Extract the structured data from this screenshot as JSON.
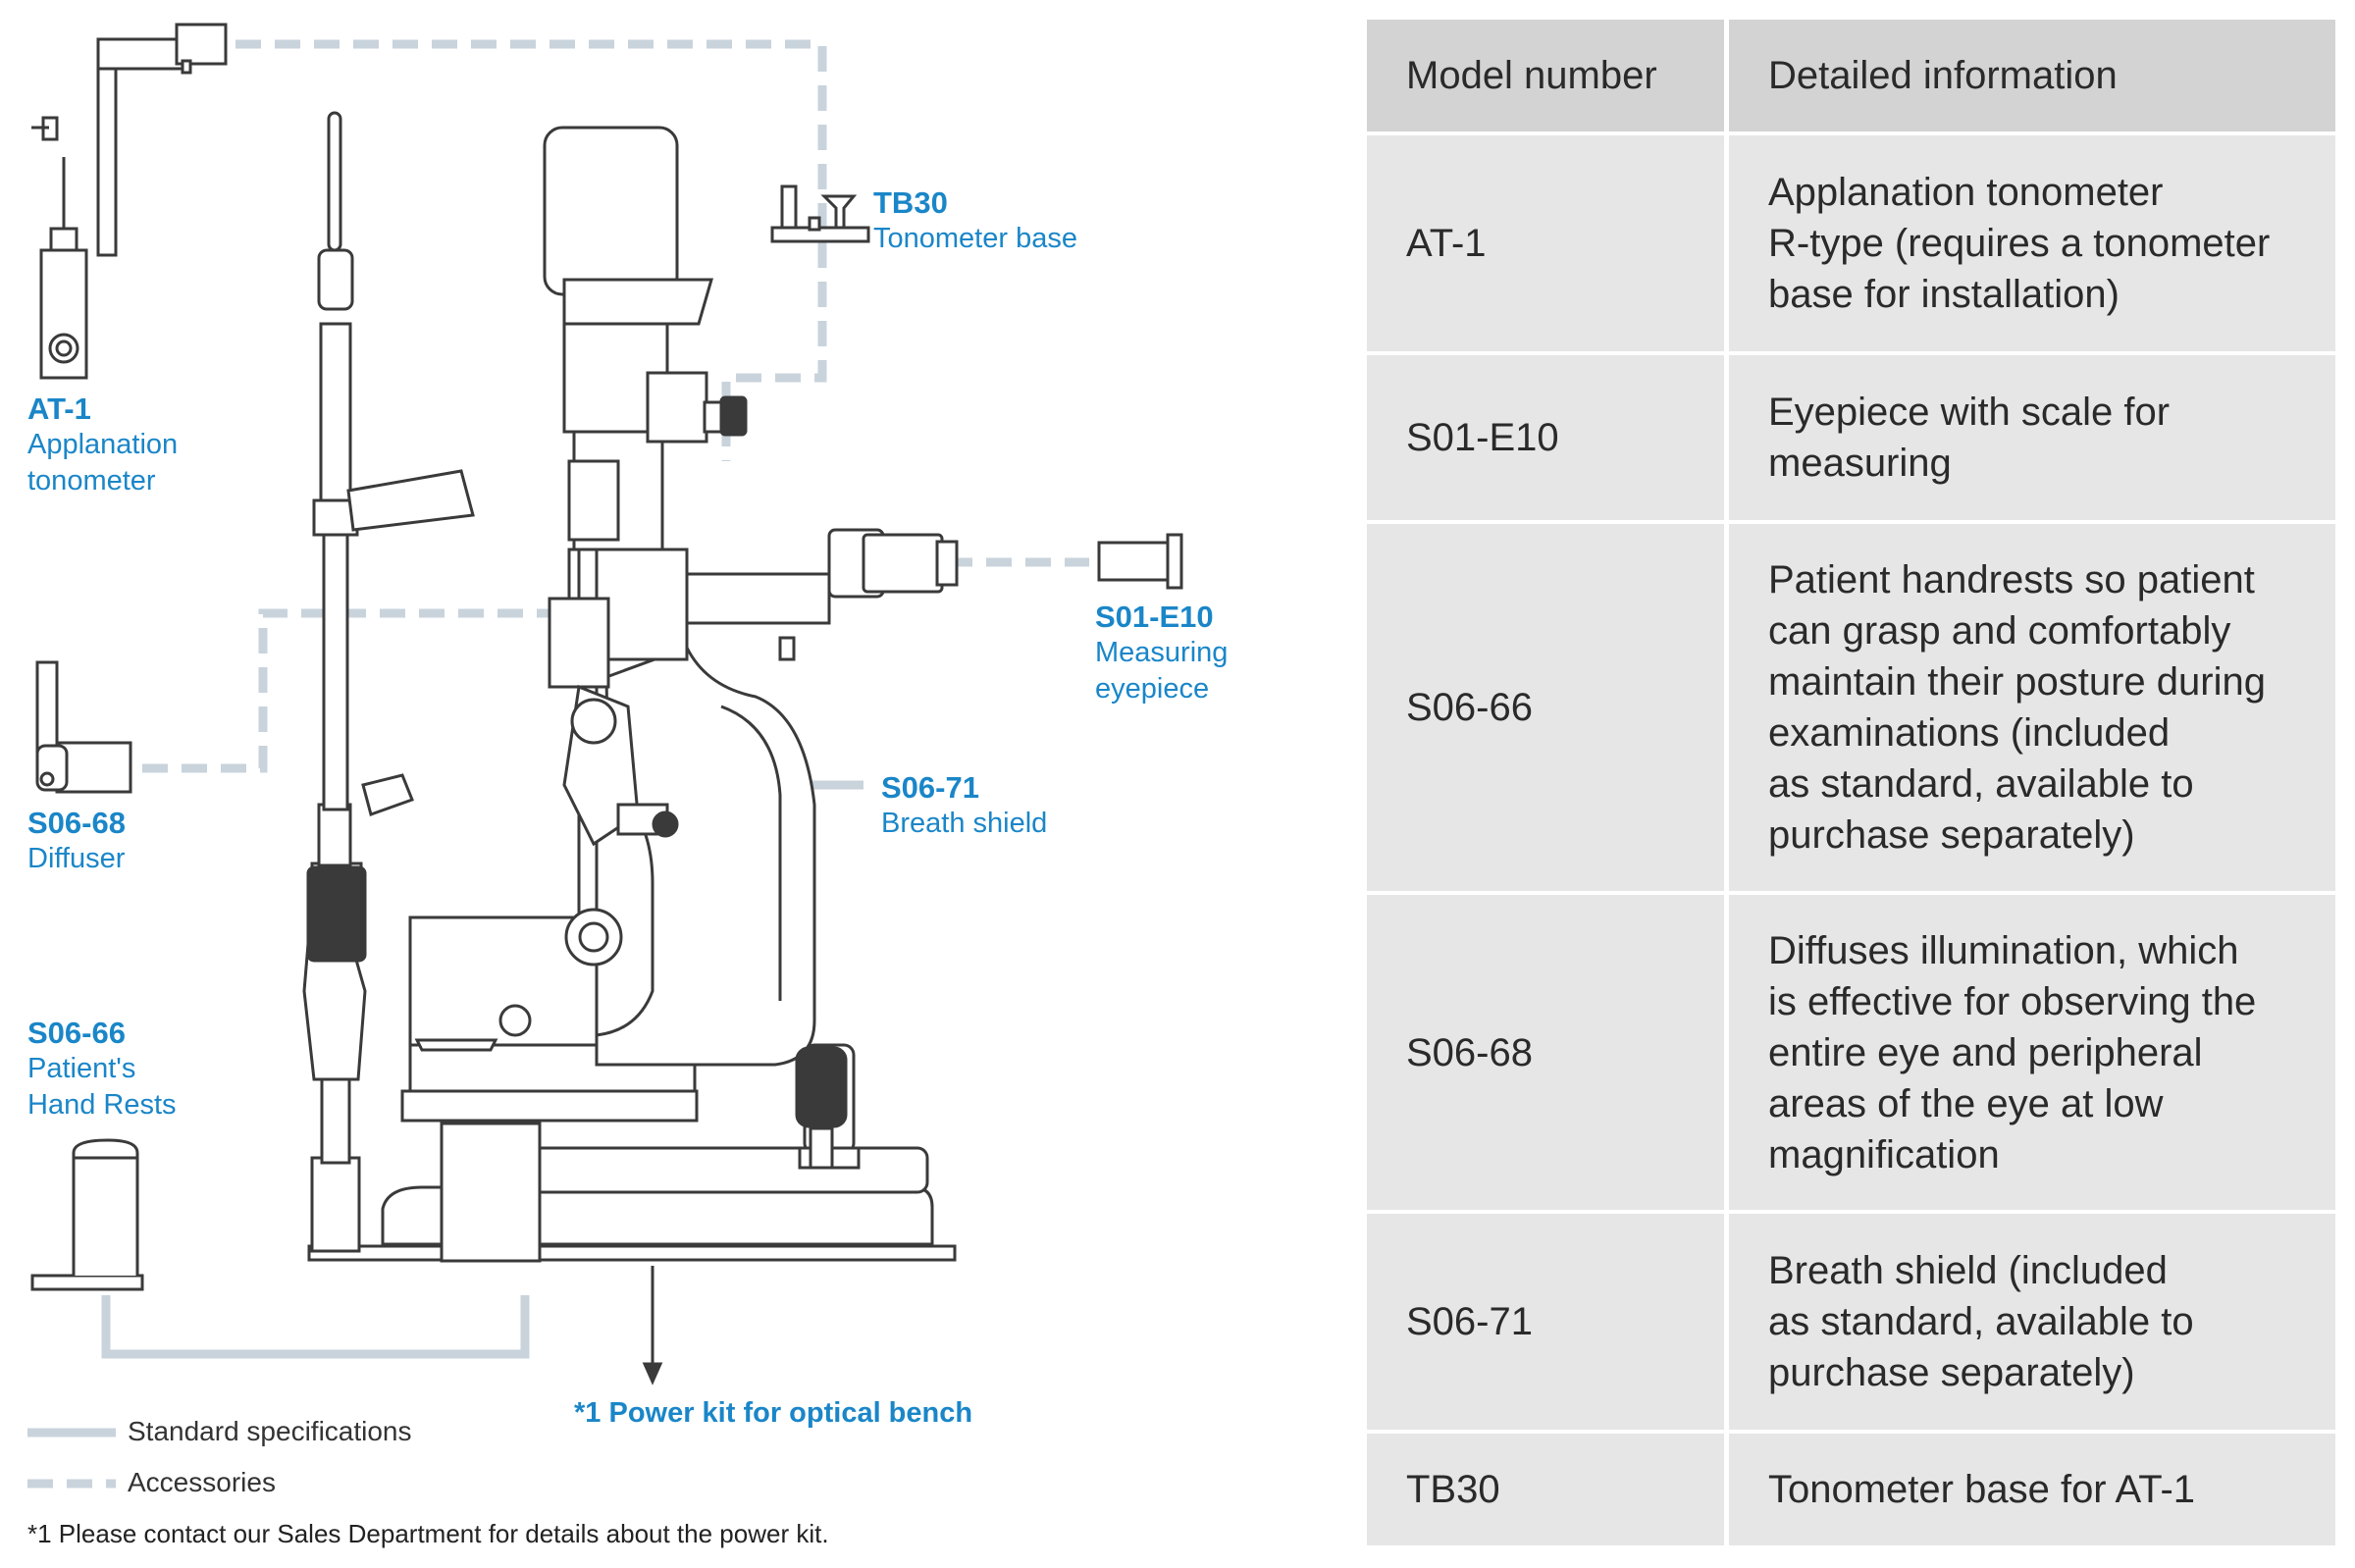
{
  "diagram": {
    "labels": {
      "at1": {
        "code": "AT-1",
        "desc": [
          "Applanation",
          "tonometer"
        ]
      },
      "tb30": {
        "code": "TB30",
        "desc": [
          "Tonometer base"
        ]
      },
      "s01e10": {
        "code": "S01-E10",
        "desc": [
          "Measuring",
          "eyepiece"
        ]
      },
      "s0668": {
        "code": "S06-68",
        "desc": [
          "Diffuser"
        ]
      },
      "s0671": {
        "code": "S06-71",
        "desc": [
          "Breath shield"
        ]
      },
      "s0666": {
        "code": "S06-66",
        "desc": [
          "Patient's",
          "Hand Rests"
        ]
      }
    },
    "power_kit": "*1 Power kit for optical bench",
    "legend": {
      "standard": "Standard specifications",
      "accessories": "Accessories"
    },
    "footnote": "*1 Please contact our Sales Department for details about the power kit.",
    "colors": {
      "accent": "#1a86c8",
      "connector": "#c9d3dc",
      "drawing": "#3a3a3a"
    }
  },
  "table": {
    "headers": [
      "Model number",
      "Detailed information"
    ],
    "rows": [
      {
        "model": "AT-1",
        "info": [
          "Applanation tonometer",
          "R-type (requires a tonometer",
          "base for installation)"
        ]
      },
      {
        "model": "S01-E10",
        "info": [
          "Eyepiece with scale for",
          "measuring"
        ]
      },
      {
        "model": "S06-66",
        "info": [
          "Patient handrests so patient",
          "can grasp and comfortably",
          "maintain their posture during",
          "examinations (included",
          "as standard, available to",
          "purchase separately)"
        ]
      },
      {
        "model": "S06-68",
        "info": [
          "Diffuses illumination, which",
          "is effective for observing the",
          "entire eye and peripheral",
          "areas of the eye at low",
          "magnification"
        ]
      },
      {
        "model": "S06-71",
        "info": [
          "Breath shield (included",
          "as standard, available to",
          "purchase separately)"
        ]
      },
      {
        "model": "TB30",
        "info": [
          "Tonometer base for AT-1"
        ]
      }
    ],
    "colors": {
      "header_bg": "#d3d3d3",
      "row_bg": "#e6e6e6"
    }
  }
}
